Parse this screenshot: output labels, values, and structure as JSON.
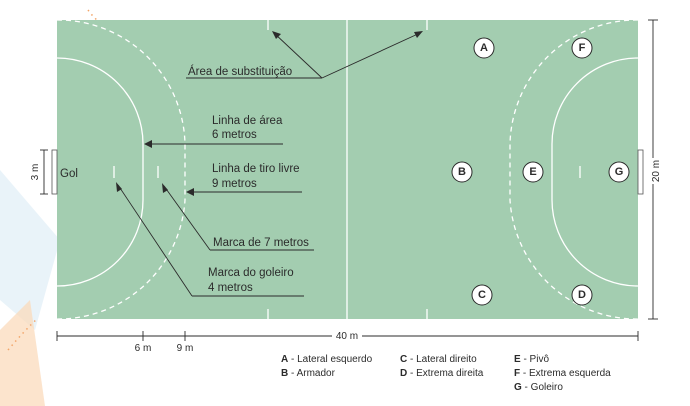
{
  "court_labels": {
    "goal": "Gol",
    "substitution_area": "Área de substituição",
    "area_line_1": "Linha de área",
    "area_line_2": "6 metros",
    "free_throw_line_1": "Linha de tiro livre",
    "free_throw_line_2": "9 metros",
    "seven_meter_mark": "Marca de 7 metros",
    "goalkeeper_mark_1": "Marca do goleiro",
    "goalkeeper_mark_2": "4 metros"
  },
  "dimensions": {
    "width": "3 m",
    "length": "40 m",
    "height": "20 m",
    "tick_6m": "6 m",
    "tick_9m": "9 m"
  },
  "positions": {
    "A": "A",
    "B": "B",
    "C": "C",
    "D": "D",
    "E": "E",
    "F": "F",
    "G": "G"
  },
  "legend": {
    "col1": [
      {
        "key": "A",
        "text": " - Lateral esquerdo"
      },
      {
        "key": "B",
        "text": " - Armador"
      }
    ],
    "col2": [
      {
        "key": "C",
        "text": " - Lateral direito"
      },
      {
        "key": "D",
        "text": " - Extrema direita"
      }
    ],
    "col3": [
      {
        "key": "E",
        "text": " - Pivô"
      },
      {
        "key": "F",
        "text": " - Extrema esquerda"
      },
      {
        "key": "G",
        "text": " - Goleiro"
      }
    ]
  },
  "colors": {
    "court": "#a3cdb0",
    "lines": "#ffffff",
    "ink": "#2b2b2b",
    "decor_orange": "#f3b37a",
    "decor_blue": "#cfe3f2"
  }
}
